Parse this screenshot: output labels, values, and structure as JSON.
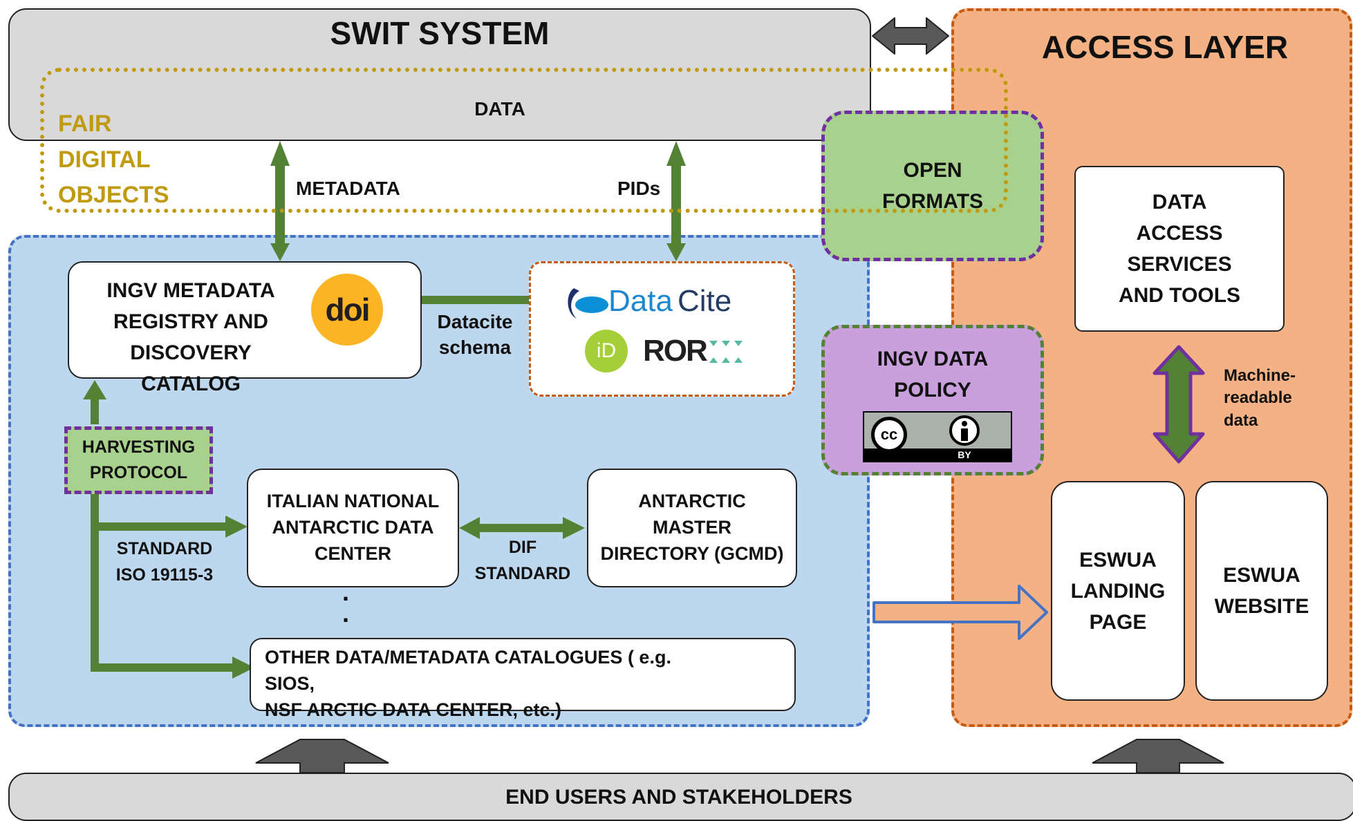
{
  "swit": {
    "title": "SWIT SYSTEM",
    "data_label": "DATA"
  },
  "access": {
    "title": "ACCESS LAYER"
  },
  "fair": {
    "label": "FAIR\nDIGITAL\nOBJECTS"
  },
  "open_formats": {
    "label": "OPEN\nFORMATS"
  },
  "links": {
    "metadata": "METADATA",
    "pids": "PIDs",
    "datacite_schema": "Datacite\nschema",
    "standard_iso": "STANDARD\nISO 19115-3",
    "dif_standard": "DIF\nSTANDARD",
    "machine_readable": "Machine-\nreadable\ndata",
    "ellipsis": ".\n."
  },
  "registry": {
    "label": "INGV METADATA\nREGISTRY AND\nDISCOVERY CATALOG",
    "doi_logo": "doi"
  },
  "logos": {
    "datacite_a": "Data",
    "datacite_b": "Cite",
    "orcid": "iD",
    "ror": "ROR"
  },
  "harvesting": {
    "label": "HARVESTING\nPROTOCOL"
  },
  "italian_center": {
    "label": "ITALIAN NATIONAL\nANTARCTIC DATA\nCENTER"
  },
  "antarctic_master": {
    "label": "ANTARCTIC\nMASTER\nDIRECTORY (GCMD)"
  },
  "other_catalogues": {
    "label": "OTHER DATA/METADATA CATALOGUES ( e.g. SIOS,\nNSF ARCTIC DATA CENTER, etc.)"
  },
  "policy": {
    "label": "INGV DATA\nPOLICY",
    "cc_text": "cc",
    "by_text": "BY"
  },
  "services": {
    "label": "DATA\nACCESS\nSERVICES\nAND TOOLS"
  },
  "landing": {
    "label": "ESWUA\nLANDING\nPAGE"
  },
  "website": {
    "label": "ESWUA\nWEBSITE"
  },
  "end_users": {
    "label": "END USERS AND STAKEHOLDERS"
  },
  "colors": {
    "green_arrow": "#548235",
    "gray_arrow": "#595959",
    "blue_outline": "#4472c4",
    "purple_outline": "#7030a0",
    "orange_outline": "#c55a11",
    "fair_gold": "#c09a10"
  }
}
